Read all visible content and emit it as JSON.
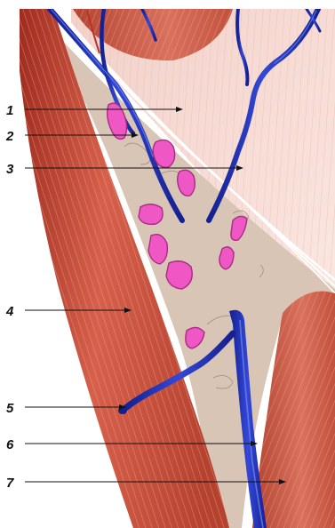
{
  "labels": [
    "1",
    "2",
    "3",
    "4",
    "5",
    "6",
    "7"
  ],
  "colors": {
    "muscle": "#c8503e",
    "muscle_light": "#f6d9d2",
    "vein": "#1d2fb8",
    "vein_highlight": "#5f74e8",
    "lymph_node": "#ef58c4",
    "fat": "#d9c5b6",
    "fascia": "#ffffff"
  },
  "icons": [
    "vein-shape",
    "lymph-node-shape",
    "muscle-fiber-lines"
  ]
}
